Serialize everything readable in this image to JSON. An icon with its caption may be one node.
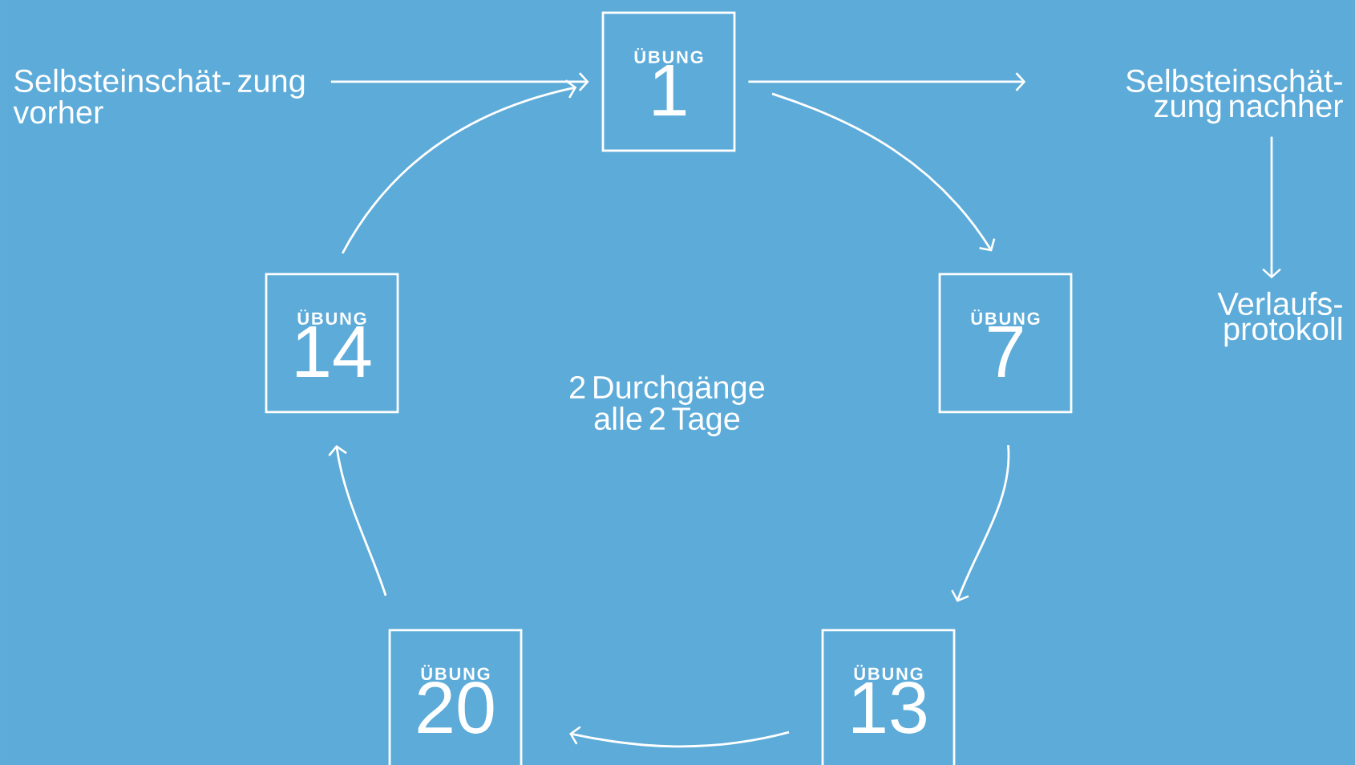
{
  "diagram": {
    "nodes": [
      {
        "text": [
          "Selbsteinschät- zung vorher"
        ]
      },
      {
        "text": [
          "ÜBUNG",
          "1"
        ]
      },
      {
        "text": [
          "Selbsteinschät- zung nachher"
        ]
      },
      {
        "text": [
          "ÜBUNG",
          "14"
        ]
      },
      {
        "text": [
          "ÜBUNG",
          "7"
        ]
      },
      {
        "text": [
          "Verlaufs- protokoll"
        ]
      },
      {
        "text": [
          "ÜBUNG",
          "20"
        ]
      },
      {
        "text": [
          "ÜBUNG",
          "13"
        ]
      }
    ],
    "edges": [
      {
        "from": 0,
        "to": 1,
        "arrow": "to"
      },
      {
        "from": 1,
        "to": 2,
        "arrow": "to"
      },
      {
        "from": 2,
        "to": 5,
        "arrow": "to"
      },
      {
        "from": 1,
        "to": 4,
        "arrow": "to"
      },
      {
        "from": 4,
        "to": 7,
        "arrow": "to"
      },
      {
        "from": 7,
        "to": 6,
        "arrow": "to"
      },
      {
        "from": 6,
        "to": 3,
        "arrow": "to"
      },
      {
        "from": 3,
        "to": 1,
        "arrow": "to"
      }
    ],
    "labels": [
      "2 Durchgänge alle 2 Tage"
    ]
  }
}
